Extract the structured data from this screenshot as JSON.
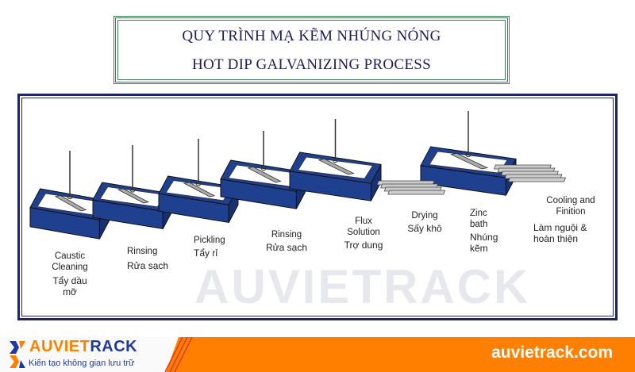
{
  "title": {
    "vn": "QUY TRÌNH MẠ KẼM NHÚNG NÓNG",
    "en": "HOT DIP GALVANIZING PROCESS"
  },
  "steps": [
    {
      "en": "Caustic Cleaning",
      "vn": "Tẩy dầu mỡ"
    },
    {
      "en": "Rinsing",
      "vn": "Rửa sạch"
    },
    {
      "en": "Pickling",
      "vn": "Tẩy rỉ"
    },
    {
      "en": "Rinsing",
      "vn": "Rửa sạch"
    },
    {
      "en": "Flux Solution",
      "vn": "Trợ dung"
    },
    {
      "en": "Drying",
      "vn": "Sấy khô"
    },
    {
      "en": "Zinc bath",
      "vn": "Nhúng kẽm"
    },
    {
      "en": "Cooling and Finition",
      "vn": "Làm nguội & hoàn thiện"
    }
  ],
  "watermark": "AUVIETRACK",
  "footer": {
    "brand_a": "AUVIET",
    "brand_b": "RACK",
    "slogan": "Kiến tạo không gian lưu trữ",
    "website": "auvietrack.com"
  },
  "colors": {
    "tank": "#1f3f8f",
    "frame": "#1c2466",
    "title_border": "#3f7f55",
    "banner": "#ff8000"
  }
}
